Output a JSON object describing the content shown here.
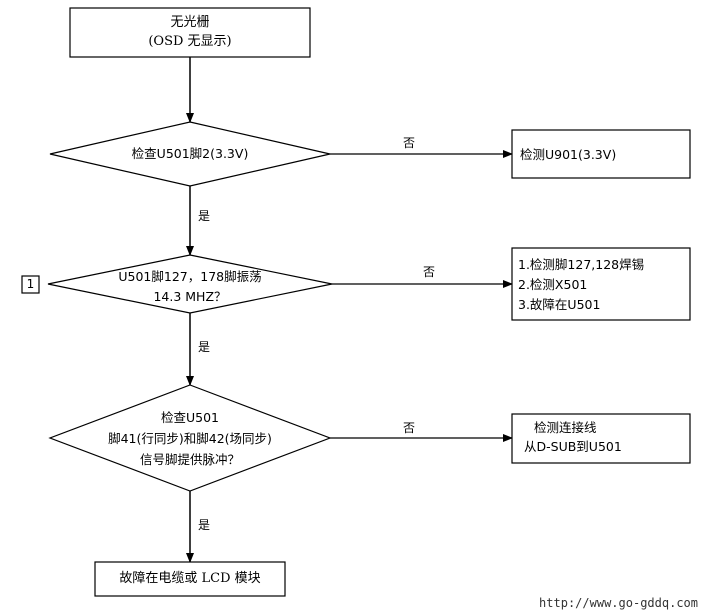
{
  "nodes": {
    "start": {
      "line1": "无光栅",
      "line2": "(OSD 无显示)"
    },
    "d1": {
      "text": "检查U501脚2(3.3V)"
    },
    "d2": {
      "line1": "U501脚127，178脚振荡",
      "line2": "14.3 MHZ？"
    },
    "d3": {
      "line1": "检查U501",
      "line2": "脚41(行同步)和脚42(场同步)",
      "line3": "信号脚提供脉冲？"
    },
    "r1": {
      "text": "检测U901(3.3V)"
    },
    "r2": {
      "line1": "1.检测脚127,128焊锡",
      "line2": "2.检测X501",
      "line3": "3.故障在U501"
    },
    "r3": {
      "line1": "检测连接线",
      "line2": "从D-SUB到U501"
    },
    "end": {
      "text": "故障在电缆或 LCD 模块"
    }
  },
  "edges": {
    "no1": "否",
    "no2": "否",
    "no3": "否",
    "yes1": "是",
    "yes2": "是",
    "yes3": "是"
  },
  "marker": "1",
  "watermark": "http://www.go-gddq.com"
}
